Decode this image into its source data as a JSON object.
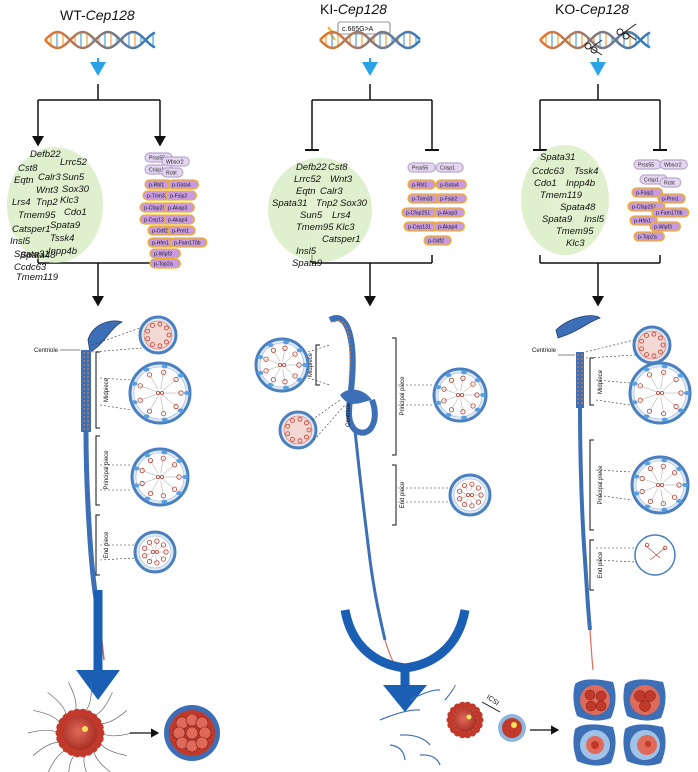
{
  "panels": [
    {
      "id": "wt",
      "title_prefix": "WT-",
      "title_gene": "Cep128",
      "genes": [
        "Defb22",
        "Lrrc52",
        "Cst8",
        "Sun5",
        "Eqtn",
        "Calr3",
        "Sox30",
        "Wnt3",
        "Klc3",
        "Lrs4",
        "Tnp2",
        "Cdo1",
        "Tmem95",
        "Catsper1",
        "Spata9",
        "Insl5",
        "Tssk4",
        "Spata31",
        "Inpp4b",
        "Ccdc63",
        "Tmem119",
        "Spata48"
      ],
      "proteins_top": [
        "Prss55",
        "Wbscr2",
        "Crisp1",
        "Rcbt"
      ],
      "proteins": [
        "p-Rbl1",
        "p-Gata4",
        "p-Trim33",
        "p-Fsip2",
        "p-Cfap251",
        "p-Akap3",
        "p-Cep131",
        "p-Akap4",
        "p-Odf2",
        "p-Prm1",
        "p-Hfm1",
        "p-Fam170b",
        "p-Wipf3",
        "p-Top2a"
      ],
      "sperm_labels": [
        "Centriole",
        "Midpiece",
        "Principal piece",
        "End piece"
      ]
    },
    {
      "id": "ki",
      "title_prefix": "KI-",
      "title_gene": "Cep128",
      "mutation": "c.665G>A",
      "genes": [
        "Defb22",
        "Cst8",
        "Lrrc52",
        "Wnt3",
        "Eqtn",
        "Calr3",
        "Spata31",
        "Tnp2",
        "Sox30",
        "Sun5",
        "Lrs4",
        "Tmem95",
        "Klc3",
        "Catsper1",
        "Insl5",
        "Spata9"
      ],
      "proteins": [
        "Prss55",
        "Crisp1",
        "p-Rbl1",
        "p-Gata4",
        "p-Trim33",
        "p-Fsip2",
        "p-Cfap251",
        "p-Akap3",
        "p-Cep131",
        "p-Akap4",
        "p-Odf2"
      ],
      "sperm_labels": [
        "Midpiece",
        "Centriole",
        "Principal piece",
        "End piece"
      ]
    },
    {
      "id": "ko",
      "title_prefix": "KO-",
      "title_gene": "Cep128",
      "genes": [
        "Spata31",
        "Ccdc63",
        "Tssk4",
        "Cdo1",
        "Inpp4b",
        "Tmem119",
        "Spata48",
        "Spata9",
        "Insl5",
        "Tmem95",
        "Klc3"
      ],
      "proteins": [
        "Prss55",
        "Wbscr2",
        "Crisp1",
        "Rcbt",
        "p-Fsip2",
        "p-Prm1",
        "p-Cfap251",
        "p-Fam170b",
        "p-Hfm1",
        "p-Wipf3",
        "p-Top2a"
      ],
      "sperm_labels": [
        "Centriole",
        "Midpiece",
        "Principal piece",
        "End piece"
      ]
    }
  ],
  "icsi_label": "ICSI",
  "colors": {
    "arrow_blue": "#1a5fb4",
    "dna_orange": "#e8762c",
    "dna_blue": "#2e7bc4",
    "protein_fill": "#c8a0e0",
    "protein_border": "#f0b020",
    "cloud": "#cde8b0",
    "egg_red": "#c0392b"
  }
}
